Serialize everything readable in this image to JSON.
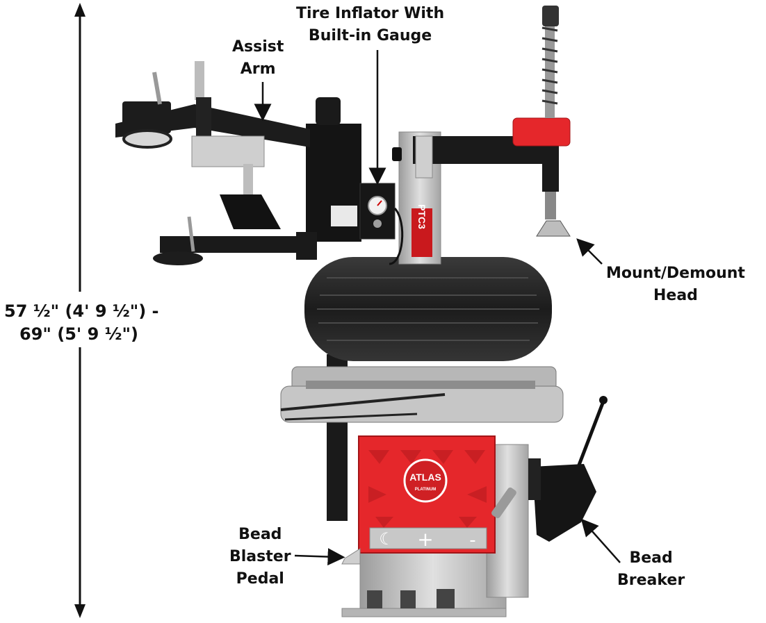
{
  "labels": {
    "inflator": [
      "Tire Inflator With",
      "Built-in Gauge"
    ],
    "assist_arm": [
      "Assist",
      "Arm"
    ],
    "mount_head": [
      "Mount/Demount",
      "Head"
    ],
    "height": [
      "57 ½\" (4' 9 ½\") -",
      "69\" (5' 9 ½\")"
    ],
    "bead_blaster": [
      "Bead",
      "Blaster",
      "Pedal"
    ],
    "bead_breaker": [
      "Bead",
      "Breaker"
    ]
  },
  "machine_text": {
    "brand": "ATLAS",
    "sub": "PLATINUM",
    "model": "PTC3",
    "control_symbols": [
      "☾",
      "+",
      "-"
    ]
  },
  "colors": {
    "red": "#e5272b",
    "black": "#161616",
    "grey": "#b8b8b8",
    "light_grey": "#d4d4d4",
    "tire": "#262626"
  }
}
